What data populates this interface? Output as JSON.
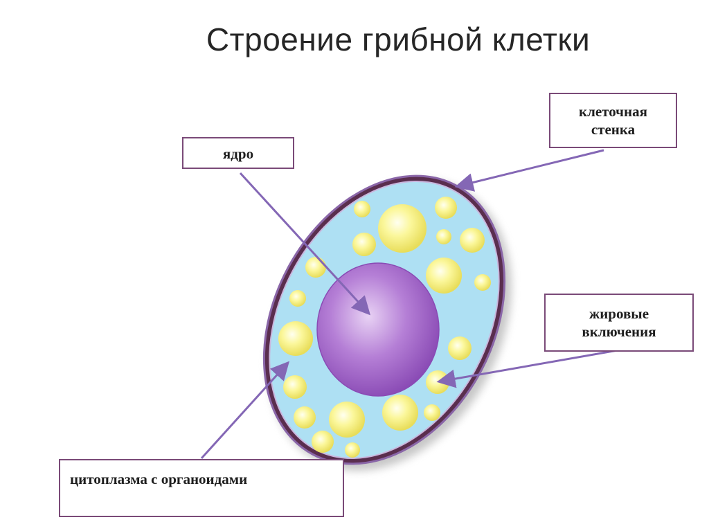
{
  "title": "Строение грибной клетки",
  "labels": {
    "nucleus": "ядро",
    "cell_wall_line1": "клеточная",
    "cell_wall_line2": "стенка",
    "fat_line1": "жировые",
    "fat_line2": "включения",
    "cytoplasm": "цитоплазма с органоидами"
  },
  "colors": {
    "cell_wall": "#5a2e4e",
    "cytoplasm": "#aee0f3",
    "nucleus": "#a66cc8",
    "fat_inclusions": "#f2ee7a",
    "arrows": "#8467b5",
    "box_border": "#7a4a78"
  }
}
